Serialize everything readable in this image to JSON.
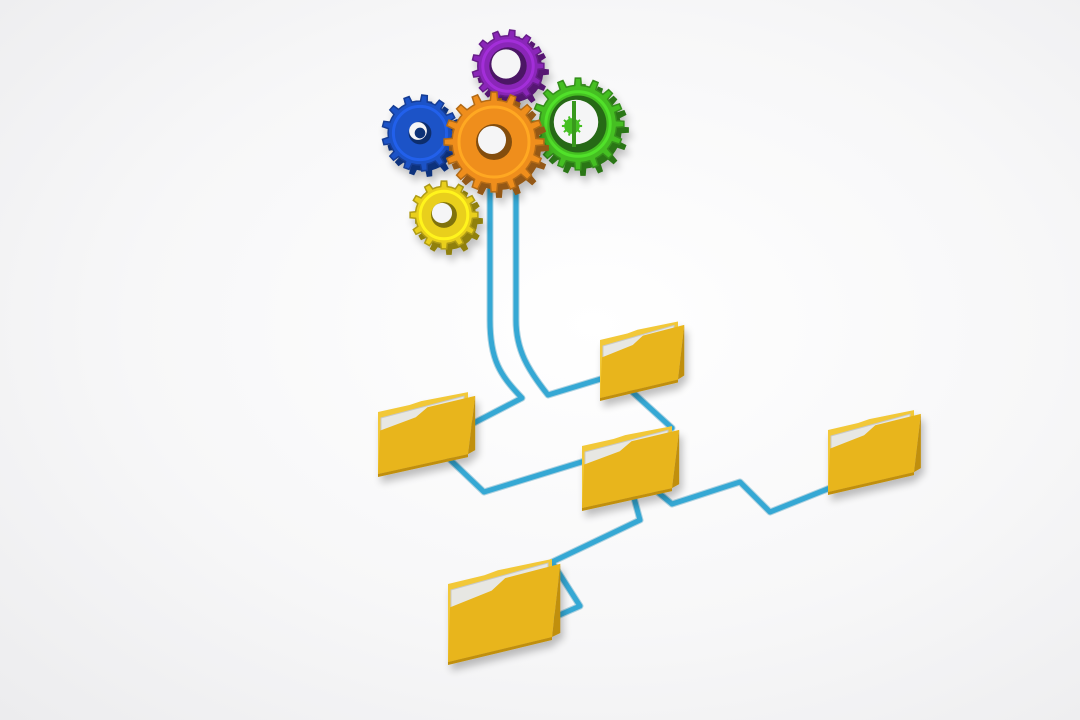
{
  "scene": {
    "subject": "gears-and-folders-network",
    "colors": {
      "background": "#f6f6f7",
      "cable": "#35a8d4",
      "cable_dark": "#1f86b0",
      "folder_front": "#e8b51c",
      "folder_side": "#c08f0d",
      "folder_back": "#f2c838",
      "paper": "#e7e7e3",
      "gear_blue": "#1c52c7",
      "gear_purple": "#8a28b8",
      "gear_green": "#45bf24",
      "gear_orange": "#ef8e1d",
      "gear_yellow": "#e9cf1a"
    },
    "gears": [
      {
        "name": "blue-gear",
        "color": "blue"
      },
      {
        "name": "purple-gear",
        "color": "purple"
      },
      {
        "name": "green-gear",
        "color": "green"
      },
      {
        "name": "orange-gear",
        "color": "orange"
      },
      {
        "name": "yellow-gear",
        "color": "yellow"
      }
    ],
    "folder_count": 5,
    "icons": [
      "gear-icon",
      "folder-icon",
      "cable-line"
    ]
  }
}
